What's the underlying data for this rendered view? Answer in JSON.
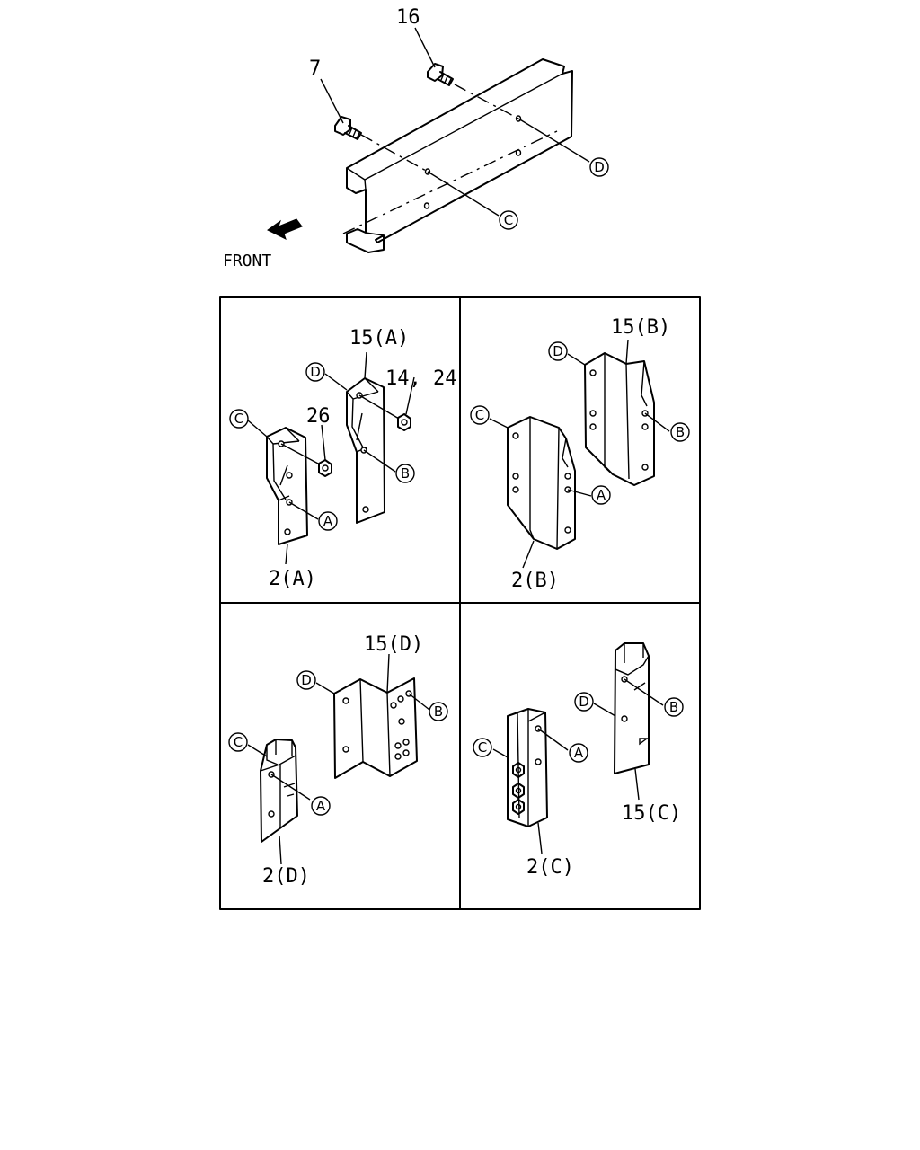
{
  "labels": {
    "bolt_16": "16",
    "bolt_7": "7",
    "front": "FRONT",
    "p15a": "15(A)",
    "p14_24": "14, 24",
    "p26": "26",
    "p2a": "2(A)",
    "p15b": "15(B)",
    "p2b": "2(B)",
    "p15d": "15(D)",
    "p2d": "2(D)",
    "p15c": "15(C)",
    "p2c": "2(C)"
  },
  "callouts": {
    "top_d": "D",
    "top_c": "C",
    "a_c": "C",
    "a_d": "D",
    "a_a": "A",
    "a_b": "B",
    "b_d": "D",
    "b_c": "C",
    "b_a": "A",
    "b_b": "B",
    "d_d": "D",
    "d_c": "C",
    "d_a": "A",
    "d_b": "B",
    "c_c": "C",
    "c_d": "D",
    "c_a": "A",
    "c_b": "B"
  }
}
